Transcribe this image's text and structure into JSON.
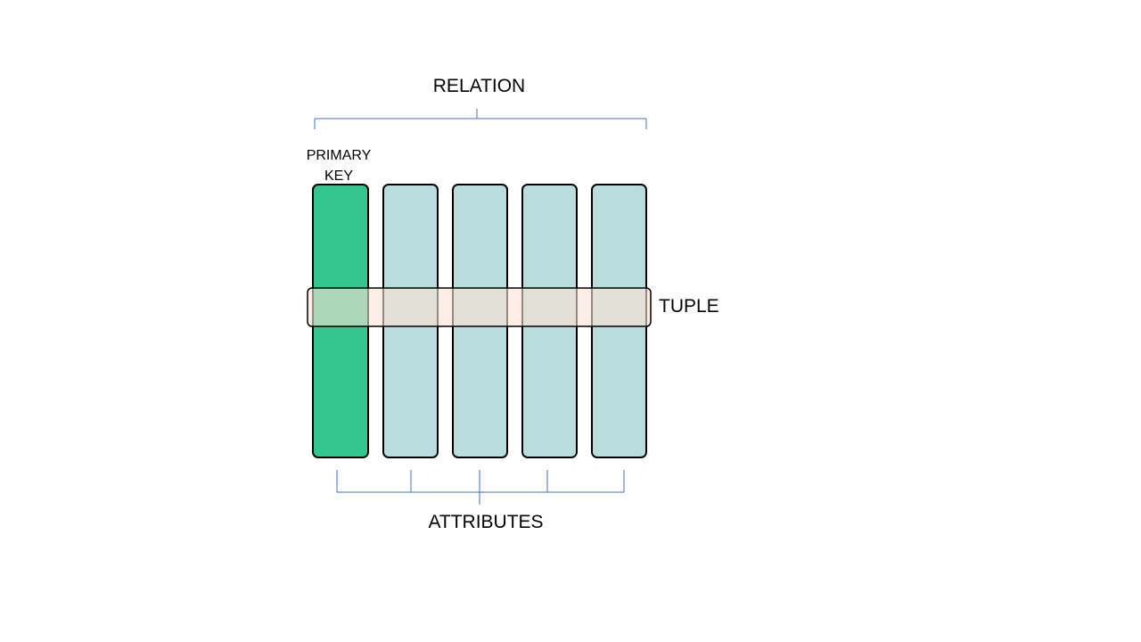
{
  "labels": {
    "relation": "RELATION",
    "primary_key": "PRIMARY KEY",
    "tuple": "TUPLE",
    "attributes": "ATTRIBUTES"
  },
  "columns": [
    {
      "role": "primary-key"
    },
    {
      "role": "attribute"
    },
    {
      "role": "attribute"
    },
    {
      "role": "attribute"
    },
    {
      "role": "attribute"
    }
  ],
  "colors": {
    "primary_key_fill": "#33c68e",
    "attribute_fill": "#b9dcdc",
    "tuple_fill": "#fbe5d6",
    "bracket_stroke": "#4472c4",
    "outline": "#000000"
  }
}
